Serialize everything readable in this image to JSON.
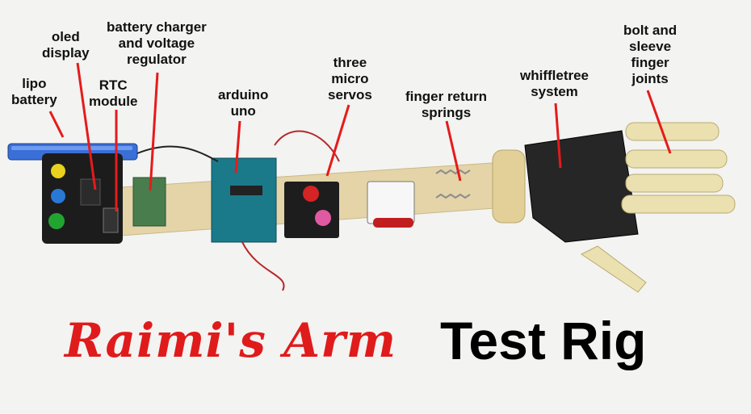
{
  "labels": {
    "lipo_battery": "lipo\nbattery",
    "oled_display": "oled\ndisplay",
    "battery_charger": "battery charger\nand voltage\nregulator",
    "rtc_module": "RTC\nmodule",
    "arduino_uno": "arduino\nuno",
    "three_micro_servos": "three\nmicro\nservos",
    "finger_return_springs": "finger return\nsprings",
    "whiffletree_system": "whiffletree\nsystem",
    "bolt_sleeve_joints": "bolt and\nsleeve\nfinger\njoints"
  },
  "title": {
    "red_part": "Raimi's Arm",
    "black_part": "Test Rig"
  },
  "colors": {
    "background": "#f3f3f1",
    "wood": "#e4d4a8",
    "finger": "#ebe0b0",
    "title_red": "#e01b1b",
    "callout_line": "#e51b1b",
    "battery_blue": "#3a6fd8"
  }
}
